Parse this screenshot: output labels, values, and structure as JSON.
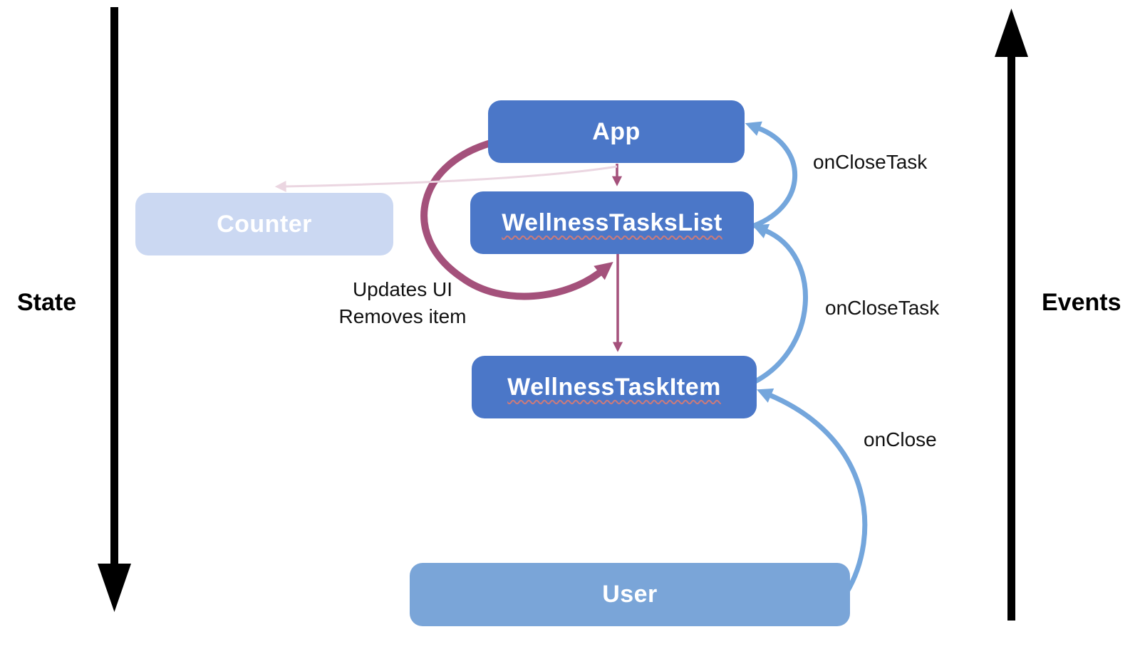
{
  "diagram": {
    "left_axis": {
      "label": "State",
      "direction": "down"
    },
    "right_axis": {
      "label": "Events",
      "direction": "up"
    },
    "nodes": [
      {
        "id": "app",
        "label": "App"
      },
      {
        "id": "counter",
        "label": "Counter",
        "state": "faded"
      },
      {
        "id": "wellness-tasks-list",
        "label": "WellnessTasksList",
        "spellcheck_underline": true
      },
      {
        "id": "wellness-task-item",
        "label": "WellnessTaskItem",
        "spellcheck_underline": true
      },
      {
        "id": "user",
        "label": "User"
      }
    ],
    "edges": [
      {
        "from": "wellness-tasks-list",
        "to": "app",
        "label": "onCloseTask",
        "type": "event"
      },
      {
        "from": "wellness-task-item",
        "to": "wellness-tasks-list",
        "label": "onCloseTask",
        "type": "event"
      },
      {
        "from": "user",
        "to": "wellness-task-item",
        "label": "onClose",
        "type": "event"
      },
      {
        "from": "app",
        "to": "wellness-tasks-list",
        "label": "",
        "type": "state"
      },
      {
        "from": "wellness-tasks-list",
        "to": "wellness-task-item",
        "label": "",
        "type": "state"
      },
      {
        "from": "app",
        "to": "wellness-tasks-list",
        "label": "",
        "type": "state-loop"
      },
      {
        "from": "app",
        "to": "counter",
        "label": "",
        "type": "state-faded"
      }
    ],
    "annotations": {
      "state_flow": [
        "Updates UI",
        "Removes item"
      ]
    },
    "colors": {
      "component_fill": "#4B77C8",
      "user_fill": "#7AA5D8",
      "counter_fill": "#CBD8F2",
      "event_arrow": "#74A6DC",
      "state_arrow": "#A4517B",
      "faded_arrow": "#EBD6E1",
      "axis": "#000000",
      "node_text": "#FFFFFF",
      "label_text": "#111111",
      "spellcheck_underline": "#CC7A7A"
    }
  }
}
